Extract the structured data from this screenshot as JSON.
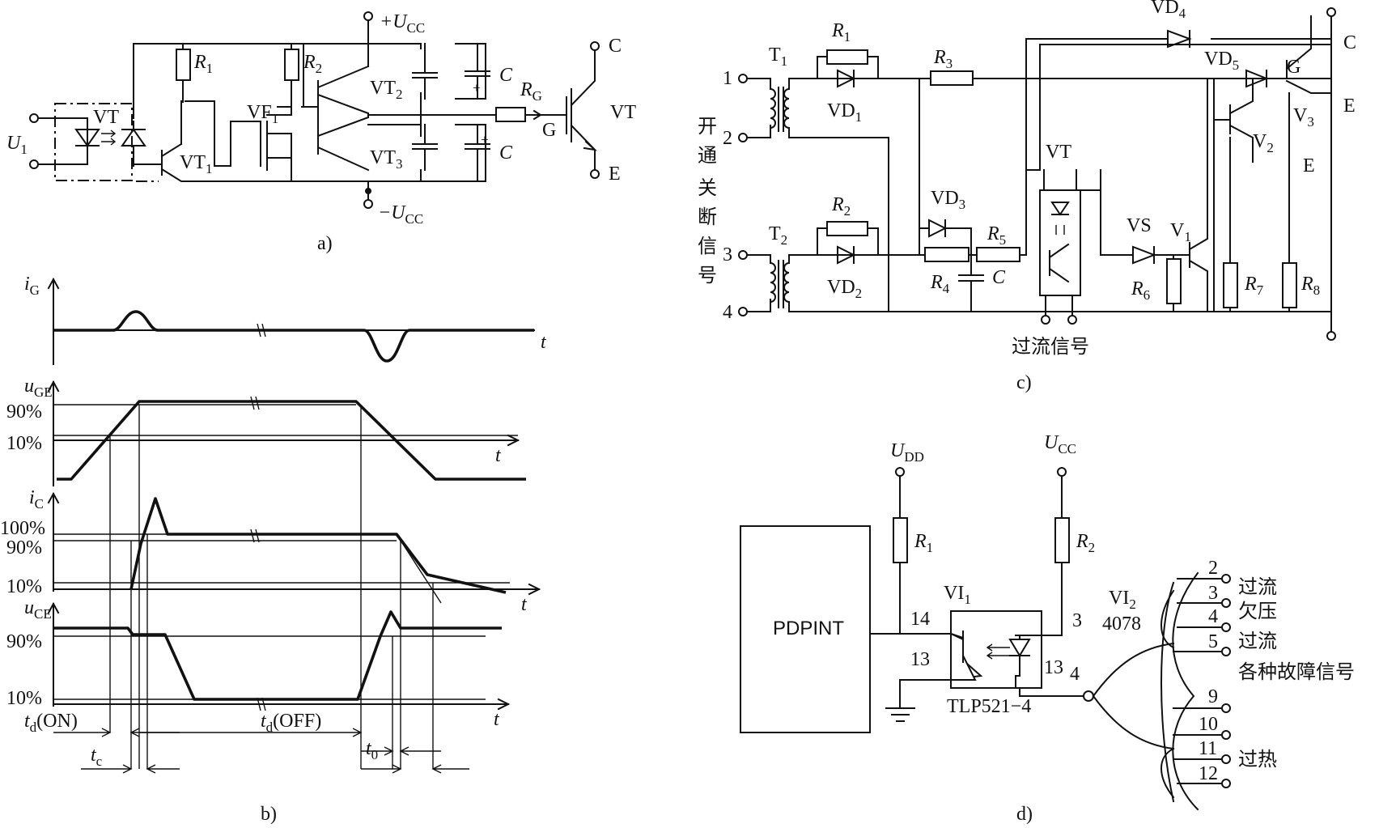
{
  "captions": {
    "a": "a)",
    "b": "b)",
    "c": "c)",
    "d": "d)"
  },
  "panel_a": {
    "vcc_pos": "+U",
    "vcc_pos_sub": "CC",
    "vcc_neg": "−U",
    "vcc_neg_sub": "CC",
    "input": "U",
    "input_sub": "1",
    "optocoupler": "VT",
    "r1": "R",
    "r1_sub": "1",
    "r2": "R",
    "r2_sub": "2",
    "vt1": "VT",
    "vt1_sub": "1",
    "vf1": "VF",
    "vf1_sub": "1",
    "vt2": "VT",
    "vt2_sub": "2",
    "vt3": "VT",
    "vt3_sub": "3",
    "cap_top": "C",
    "cap_bot": "C",
    "plus": "+",
    "rg": "R",
    "rg_sub": "G",
    "gate": "G",
    "collector": "C",
    "emitter": "E",
    "igbt": "VT"
  },
  "panel_b": {
    "ig": "i",
    "ig_sub": "G",
    "uge": "u",
    "uge_sub": "GE",
    "ic": "i",
    "ic_sub": "C",
    "uce": "u",
    "uce_sub": "CE",
    "t": "t",
    "p90": "90%",
    "p10": "10%",
    "p100": "100%",
    "td_on": "t",
    "td_on_sub": "d",
    "td_on_tail": "(ON)",
    "td_off": "t",
    "td_off_sub": "d",
    "td_off_tail": "(OFF)",
    "tc": "t",
    "tc_sub": "c",
    "t0": "t",
    "t0_sub": "0"
  },
  "panel_c": {
    "n1": "1",
    "n2": "2",
    "n3": "3",
    "n4": "4",
    "t1": "T",
    "t1_sub": "1",
    "t2": "T",
    "t2_sub": "2",
    "r1": "R",
    "r1_sub": "1",
    "r2": "R",
    "r2_sub": "2",
    "r3": "R",
    "r3_sub": "3",
    "r4": "R",
    "r4_sub": "4",
    "r5": "R",
    "r5_sub": "5",
    "r6": "R",
    "r6_sub": "6",
    "r7": "R",
    "r7_sub": "7",
    "r8": "R",
    "r8_sub": "8",
    "vd1": "VD",
    "vd1_sub": "1",
    "vd2": "VD",
    "vd2_sub": "2",
    "vd3": "VD",
    "vd3_sub": "3",
    "vd4": "VD",
    "vd4_sub": "4",
    "vd5": "VD",
    "vd5_sub": "5",
    "cap": "C",
    "vt": "VT",
    "vs": "VS",
    "v1": "V",
    "v1_sub": "1",
    "v2": "V",
    "v2_sub": "2",
    "v3": "V",
    "v3_sub": "3",
    "c": "C",
    "g": "G",
    "e": "E",
    "e2": "E",
    "signal_chars": [
      "开",
      "通",
      "关",
      "断",
      "信",
      "号"
    ],
    "overcurrent": "过流信号"
  },
  "panel_d": {
    "udd": "U",
    "udd_sub": "DD",
    "ucc": "U",
    "ucc_sub": "CC",
    "r1": "R",
    "r1_sub": "1",
    "r2": "R",
    "r2_sub": "2",
    "pdpint": "PDPINT",
    "vi1": "VI",
    "vi1_sub": "1",
    "vi2": "VI",
    "vi2_sub": "2",
    "ic_num": "4078",
    "opto_part": "TLP521−4",
    "pin14": "14",
    "pin13a": "13",
    "pin3": "3",
    "pin13b": "13",
    "pin4": "4",
    "inputs": [
      {
        "pin": "2",
        "label": "过流"
      },
      {
        "pin": "3",
        "label": "欠压"
      },
      {
        "pin": "4",
        "label": ""
      },
      {
        "pin": "5",
        "label": "过流"
      },
      {
        "pin": "9",
        "label": ""
      },
      {
        "pin": "10",
        "label": ""
      },
      {
        "pin": "11",
        "label": ""
      },
      {
        "pin": "12",
        "label": "过热"
      }
    ],
    "fault_signals": "各种故障信号"
  }
}
